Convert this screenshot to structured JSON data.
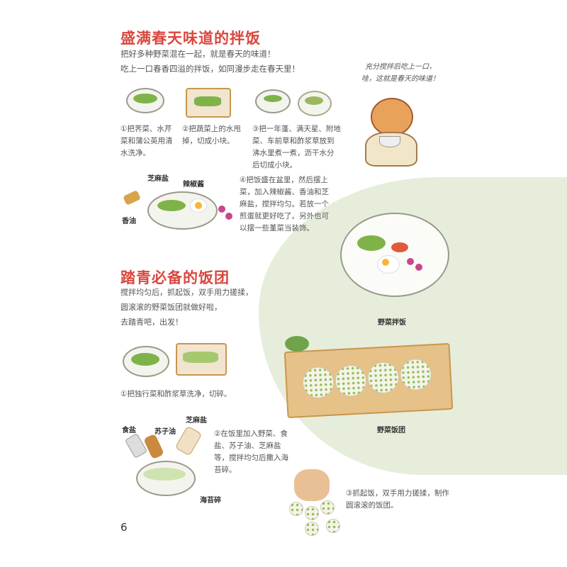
{
  "section1": {
    "title": "盛满春天味道的拌饭",
    "intro": [
      "把好多种野菜混在一起，就是春天的味道！",
      "吃上一口春香四溢的拌饭，如同漫步走在春天里！"
    ],
    "steps": [
      "①把荠菜、水芹菜和蒲公英用清水洗净。",
      "②把蔬菜上的水甩掉，切成小块。",
      "③把一年蓬、满天星、附地菜、车前草和酢浆草放到沸水里煮一煮，沥干水分后切成小块。",
      "④把饭盛在盆里，然后摆上菜，加入辣椒酱、香油和芝麻盐，搅拌均匀。若放一个煎蛋就更好吃了。另外也可以摆一些堇菜当装饰。"
    ],
    "labels": {
      "sesame_salt": "芝麻盐",
      "chili_sauce": "辣椒酱",
      "sesame_oil": "香油"
    },
    "speech": [
      "充分搅拌后吃上一口，",
      "哇，这就是春天的味道！"
    ],
    "caption": "野菜拌饭"
  },
  "section2": {
    "title": "踏青必备的饭团",
    "intro": [
      "搅拌均匀后，抓起饭，双手用力搓揉，",
      "圆滚滚的野菜饭团就做好啦，",
      "去踏青吧，出发！"
    ],
    "steps": [
      "①把独行菜和酢浆草洗净，切碎。",
      "②在饭里加入野菜、食盐、苏子油、芝麻盐等，搅拌均匀后撒入海苔碎。",
      "③抓起饭，双手用力搓揉，制作圆滚滚的饭团。"
    ],
    "labels": {
      "salt": "食盐",
      "perilla_oil": "苏子油",
      "sesame_salt": "芝麻盐",
      "seaweed": "海苔碎"
    },
    "caption": "野菜饭团"
  },
  "page_number": "6",
  "colors": {
    "title": "#d9473e",
    "blob": "#e6eedb"
  }
}
